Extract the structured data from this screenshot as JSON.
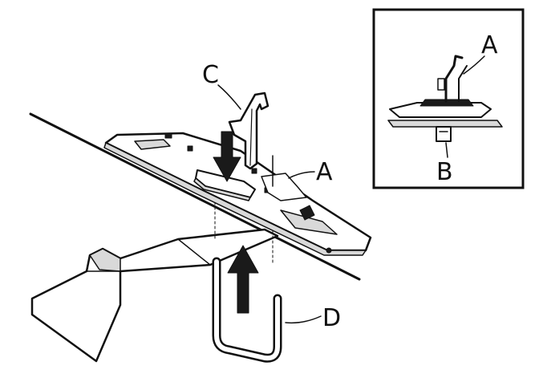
{
  "callouts": {
    "main_c": "C",
    "main_a": "A",
    "main_d": "D",
    "inset_a": "A",
    "inset_b": "B"
  },
  "colors": {
    "ink": "#111111",
    "background": "#ffffff"
  }
}
